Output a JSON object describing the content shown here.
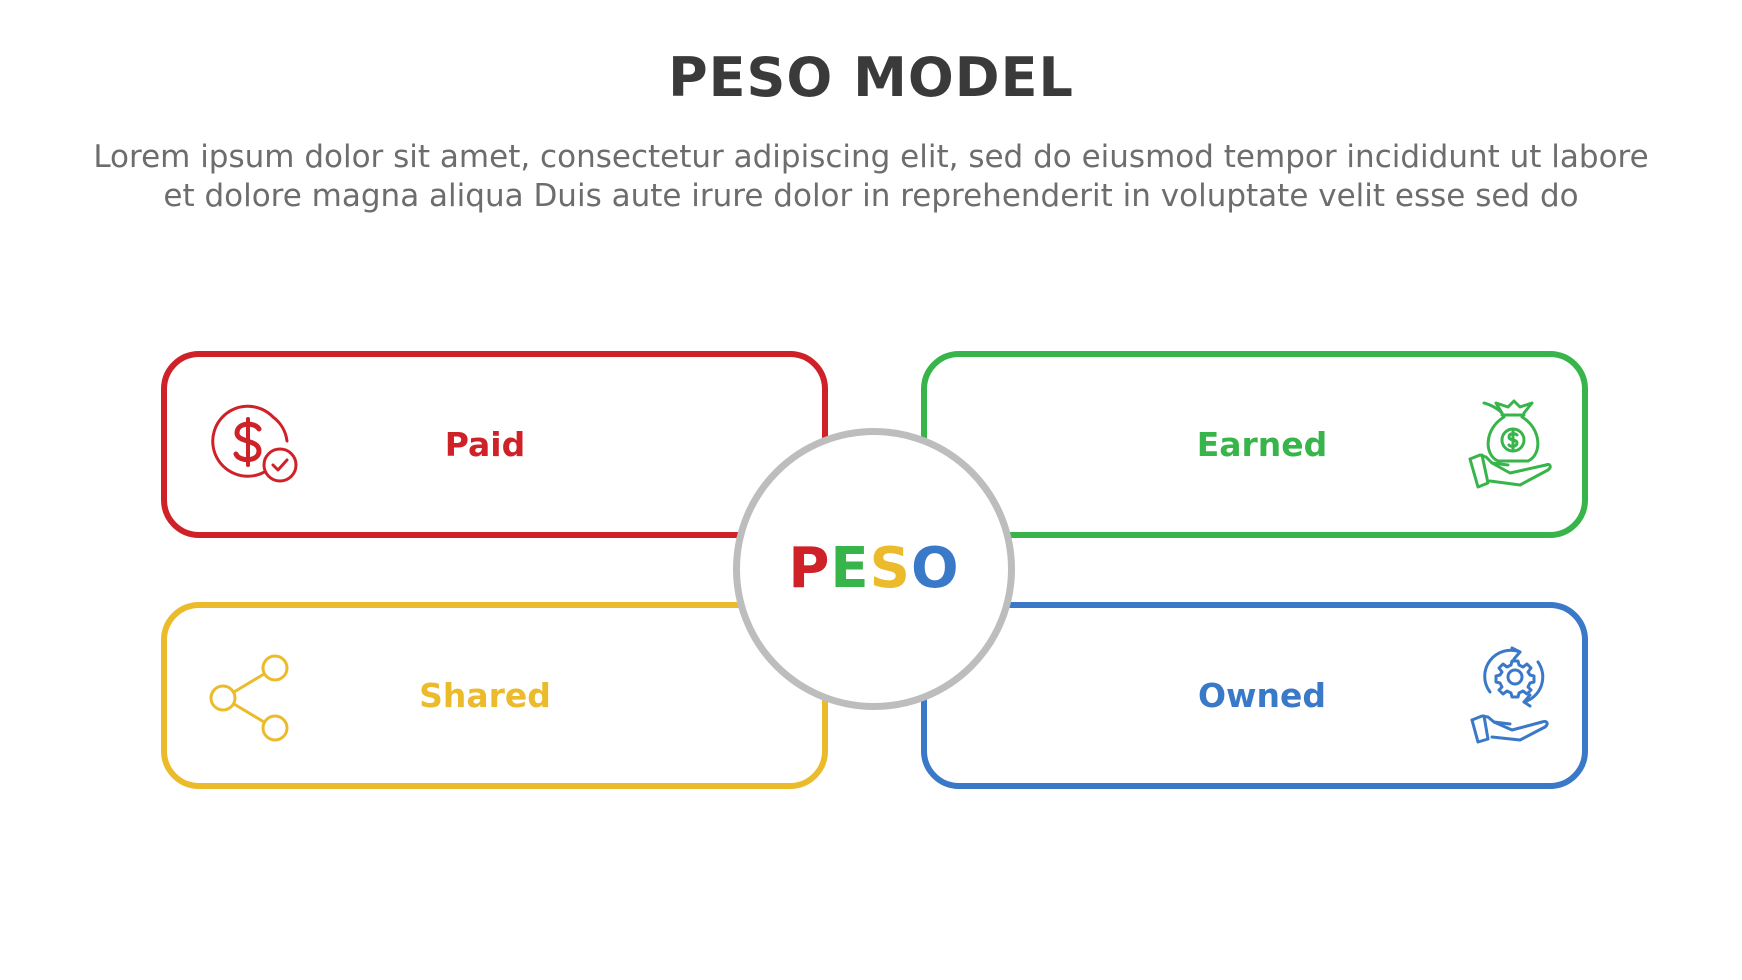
{
  "header": {
    "title": "PESO MODEL",
    "description_lines": [
      "Lorem ipsum dolor sit amet, consectetur adipiscing elit, sed do eiusmod tempor incididunt ut labore",
      "et dolore magna aliqua Duis aute irure dolor in reprehenderit in voluptate velit esse sed do"
    ]
  },
  "center": {
    "letters": [
      "P",
      "E",
      "S",
      "O"
    ]
  },
  "cards": {
    "paid": {
      "label": "Paid",
      "icon": "dollar-coin-check-icon",
      "color": "#cf2128"
    },
    "earned": {
      "label": "Earned",
      "icon": "money-bag-hand-icon",
      "color": "#38b54a"
    },
    "shared": {
      "label": "Shared",
      "icon": "share-icon",
      "color": "#ecbb2c"
    },
    "owned": {
      "label": "Owned",
      "icon": "gear-hand-icon",
      "color": "#3a79c8"
    }
  },
  "colors": {
    "title": "#3a3a3a",
    "description": "#6d6d6d",
    "center_ring": "#bdbdbd"
  }
}
